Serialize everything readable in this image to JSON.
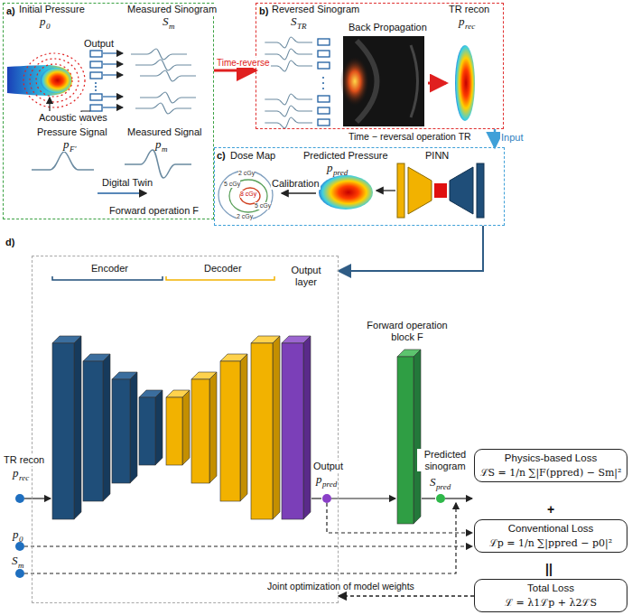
{
  "diagram": {
    "nodes": [
      {
        "text": [
          "a)"
        ]
      },
      {
        "text": [
          "b)"
        ]
      },
      {
        "text": [
          "c)"
        ]
      },
      {
        "text": [
          "d)"
        ]
      },
      {
        "text": [
          "Physics-based Loss",
          "ℒS = 1/n ∑|F(ppred) − Sm|²"
        ]
      },
      {
        "text": [
          "Conventional Loss",
          "ℒp = 1/n ∑|ppred − p0|²"
        ]
      },
      {
        "text": [
          "Total Loss",
          "ℒ = λ1ℒp + λ2ℒS"
        ]
      }
    ],
    "edges": [
      {
        "from": 0,
        "to": 1,
        "label": "Time-reverse",
        "arrow": "to"
      },
      {
        "from": 1,
        "to": 2,
        "label": "Input",
        "arrow": "to"
      },
      {
        "from": 2,
        "to": 3,
        "arrow": "to"
      },
      {
        "from": 6,
        "to": 3,
        "label": "Joint optimization of model weights",
        "arrow": "to"
      }
    ],
    "labels": [
      "Initial Pressure",
      "p",
      "0",
      "Measured Sinogram",
      "S",
      "m",
      "Output",
      "Acoustic waves",
      "Pressure Signal",
      "p",
      "F'",
      "Measured Signal",
      "p",
      "m",
      "Digital Twin",
      "Forward operation F",
      "Reversed Sinogram",
      "S",
      "TR",
      "Back Propagation",
      "TR recon",
      "p",
      "rec",
      "Time − reversal operation TR",
      "Dose Map",
      "Predicted Pressure",
      "p",
      "pred",
      "PINN",
      "Calibration",
      "2 cGy",
      "5 cGy",
      "8 cGy",
      "5 cGy",
      "2 cGy",
      "Encoder",
      "Decoder",
      "Output layer",
      "Forward operation block F",
      "TR recon",
      "p",
      "rec",
      "p",
      "0",
      "S",
      "m",
      "Output",
      "p",
      "pred",
      "Predicted sinogram",
      "S",
      "pred",
      "+",
      "||"
    ]
  }
}
